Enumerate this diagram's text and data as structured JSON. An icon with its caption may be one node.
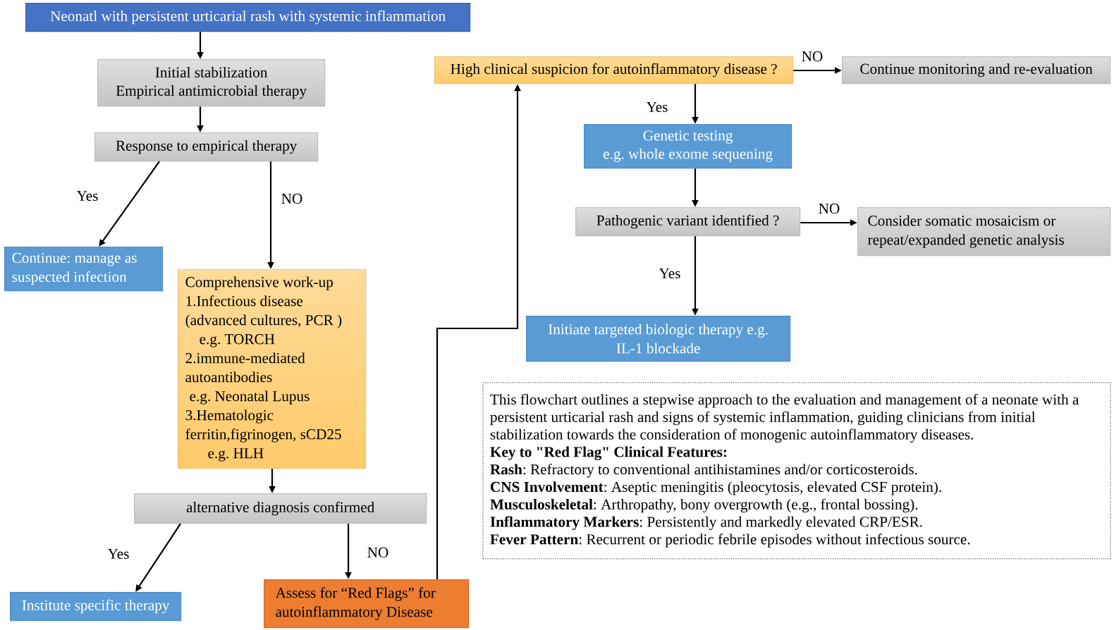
{
  "diagram": {
    "nodes": [
      {
        "text": [
          "Neonatl with persistent urticarial rash with systemic inflammation"
        ]
      },
      {
        "text": [
          "Initial stabilization",
          "Empirical antimicrobial therapy"
        ]
      },
      {
        "text": [
          "Response to empirical therapy"
        ]
      },
      {
        "text": [
          "Continue: manage as suspected infection"
        ]
      },
      {
        "text": [
          "Comprehensive work-up",
          "1.Infectious disease (advanced cultures, PCR )",
          "e.g. TORCH",
          "2.immune-mediated autoantibodies",
          "e.g. Neonatal Lupus",
          "3.Hematologic ferritin,figrinogen, sCD25",
          "e.g. HLH"
        ]
      },
      {
        "text": [
          "alternative diagnosis confirmed"
        ]
      },
      {
        "text": [
          "Institute specific therapy"
        ]
      },
      {
        "text": [
          "Assess for “Red Flags” for autoinflammatory Disease"
        ]
      },
      {
        "text": [
          "High clinical suspicion for autoinflammatory disease ?"
        ]
      },
      {
        "text": [
          "Continue monitoring and re-evaluation"
        ]
      },
      {
        "text": [
          "Genetic testing",
          "e.g. whole exome sequening"
        ]
      },
      {
        "text": [
          "Pathogenic variant identified ?"
        ]
      },
      {
        "text": [
          "Consider somatic mosaicism or repeat/expanded genetic analysis"
        ]
      },
      {
        "text": [
          "Initiate targeted biologic therapy e.g. IL-1 blockade"
        ]
      },
      {
        "text": [
          "This flowchart outlines a stepwise approach to the evaluation and management of a neonate with a persistent urticarial rash and signs of systemic inflammation, guiding clinicians from initial stabilization towards the consideration of monogenic autoinflammatory diseases.",
          "Key to \"Red Flag\" Clinical Features:",
          "**Rash**: Refractory to conventional antihistamines and/or corticosteroids.",
          "**CNS Involvement**: Aseptic meningitis (pleocytosis, elevated CSF protein).",
          "**Musculoskeletal**: Arthropathy, bony overgrowth (e.g., frontal bossing).",
          "**Inflammatory Markers**: Persistently and markedly elevated CRP/ESR.",
          "**Fever Pattern**: Recurrent or periodic febrile episodes without infectious source."
        ]
      }
    ],
    "edges": [
      {
        "from": 0,
        "to": 1,
        "arrow": "to"
      },
      {
        "from": 1,
        "to": 2,
        "arrow": "to"
      },
      {
        "from": 2,
        "to": 3,
        "arrow": "to",
        "label": "Yes"
      },
      {
        "from": 2,
        "to": 4,
        "arrow": "to",
        "label": "NO"
      },
      {
        "from": 4,
        "to": 5,
        "arrow": "to"
      },
      {
        "from": 5,
        "to": 6,
        "arrow": "to",
        "label": "Yes"
      },
      {
        "from": 5,
        "to": 7,
        "arrow": "to",
        "label": "NO"
      },
      {
        "from": 7,
        "to": 8,
        "arrow": "to"
      },
      {
        "from": 8,
        "to": 9,
        "arrow": "to",
        "label": "NO"
      },
      {
        "from": 8,
        "to": 10,
        "arrow": "to",
        "label": "Yes"
      },
      {
        "from": 10,
        "to": 11,
        "arrow": "to"
      },
      {
        "from": 11,
        "to": 12,
        "arrow": "to",
        "label": "NO"
      },
      {
        "from": 11,
        "to": 13,
        "arrow": "to",
        "label": "Yes"
      }
    ]
  }
}
